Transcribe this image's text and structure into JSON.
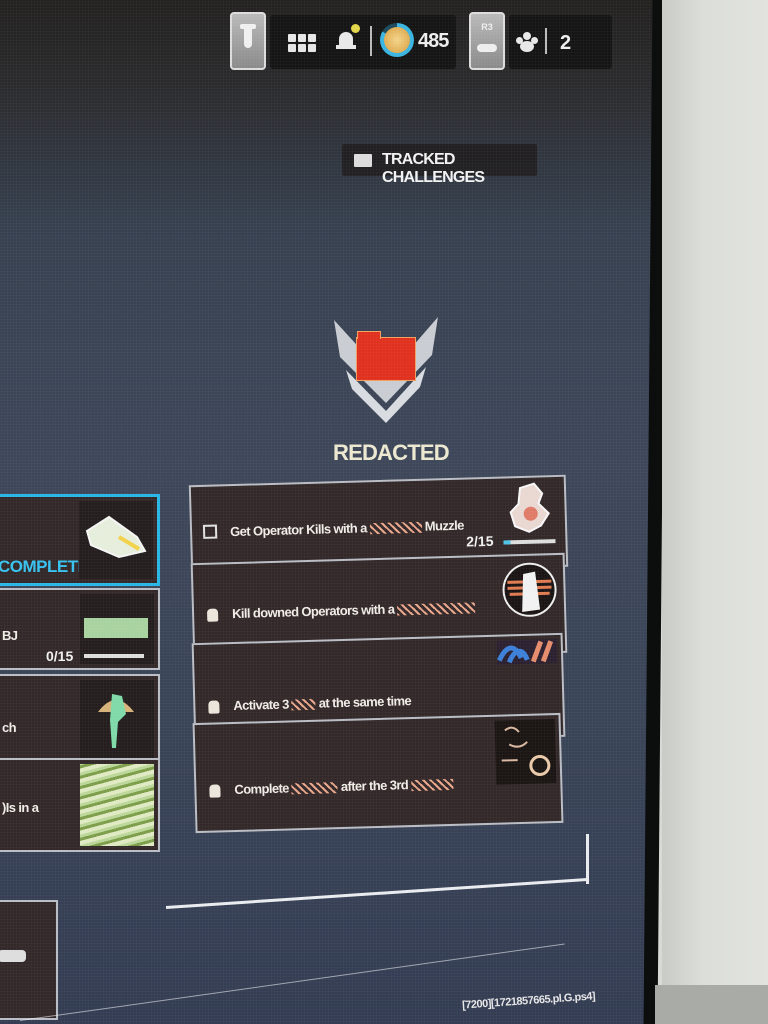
{
  "topbar": {
    "left_key": "T",
    "cp_points": "485",
    "r3_key": "R3",
    "party_count": "2",
    "icons": [
      "t-key-icon",
      "grid-menu-icon",
      "bell-icon",
      "cod-points-icon",
      "r3-key-icon",
      "party-icon"
    ],
    "colors": {
      "cp_ring": "#3ab4e0",
      "notification_dot": "#e3d64a"
    }
  },
  "tracked_challenges": {
    "label": "TRACKED CHALLENGES",
    "icon": "envelope-icon"
  },
  "mission": {
    "title": "REDACTED",
    "emblem_icon": "red-folder-chevron-icon",
    "colors": {
      "folder": "#e0301e",
      "title": "#ece8d0"
    }
  },
  "challenges": [
    {
      "prefix": "Get Operator Kills with a",
      "suffix": "Muzzle",
      "state": "unlocked",
      "progress": "2/15",
      "progress_pct": 13,
      "reward_icon": "sticker-creature-icon"
    },
    {
      "prefix": "Kill downed Operators with a",
      "suffix": "",
      "state": "locked",
      "reward_icon": "emblem-operator-icon"
    },
    {
      "prefix": "Activate 3",
      "suffix": "at the same time",
      "state": "locked",
      "reward_icon": "camo-stripes-icon"
    },
    {
      "prefix": "Complete",
      "middle": "after the 3rd",
      "suffix": "",
      "state": "locked",
      "reward_icon": "calling-card-icon"
    }
  ],
  "left_column": [
    {
      "text": "COMPLETE",
      "status": "complete",
      "accent": "#28b6e6",
      "reward_icon": "charm-icon"
    },
    {
      "text": "BJ",
      "progress": "0/15",
      "reward_icon": "card-icon"
    },
    {
      "text": "ch",
      "reward_icon": "figure-icon"
    },
    {
      "text": ")Is in a",
      "reward_icon": "camo-green-icon"
    }
  ],
  "watermark": "[7200][1721857665.pl.G.ps4]"
}
